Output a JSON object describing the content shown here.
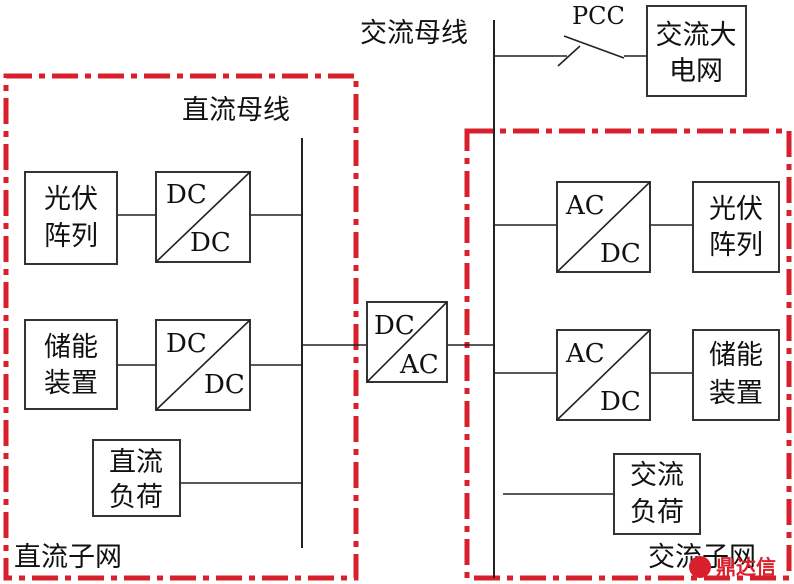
{
  "colors": {
    "zone_border": "#d8202c",
    "line": "#222222",
    "box_border": "#333333",
    "watermark": "#d8202c"
  },
  "buses": {
    "ac_bus": "交流母线",
    "dc_bus": "直流母线"
  },
  "pcc": {
    "label": "PCC",
    "switch_icon": "open-switch-icon"
  },
  "grid": {
    "line1": "交流大",
    "line2": "电网"
  },
  "dc_subnet": {
    "label": "直流子网",
    "pv": {
      "line1": "光伏",
      "line2": "阵列"
    },
    "pv_converter": {
      "top": "DC",
      "bottom": "DC"
    },
    "storage": {
      "line1": "储能",
      "line2": "装置"
    },
    "storage_converter": {
      "top": "DC",
      "bottom": "DC"
    },
    "load": {
      "line1": "直流",
      "line2": "负荷"
    }
  },
  "interlink_converter": {
    "top": "DC",
    "bottom": "AC"
  },
  "ac_subnet": {
    "label": "交流子网",
    "pv_converter": {
      "top": "AC",
      "bottom": "DC"
    },
    "pv": {
      "line1": "光伏",
      "line2": "阵列"
    },
    "storage_converter": {
      "top": "AC",
      "bottom": "DC"
    },
    "storage": {
      "line1": "储能",
      "line2": "装置"
    },
    "load": {
      "line1": "交流",
      "line2": "负荷"
    }
  },
  "watermark": {
    "text": "鼎达信"
  }
}
